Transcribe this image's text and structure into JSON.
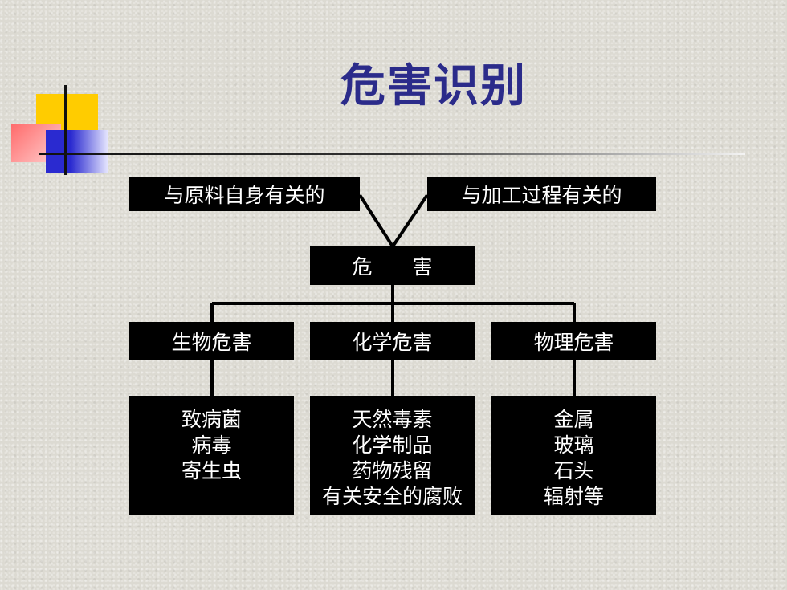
{
  "title": "危害识别",
  "sources": {
    "left": "与原料自身有关的",
    "right": "与加工过程有关的"
  },
  "center": "危　　害",
  "categories": [
    {
      "label": "生物危害",
      "items": [
        "致病菌",
        "病毒",
        "寄生虫"
      ]
    },
    {
      "label": "化学危害",
      "items": [
        "天然毒素",
        "化学制品",
        "药物残留",
        "有关安全的腐败"
      ]
    },
    {
      "label": "物理危害",
      "items": [
        "金属",
        "玻璃",
        "石头",
        "辐射等"
      ]
    }
  ]
}
